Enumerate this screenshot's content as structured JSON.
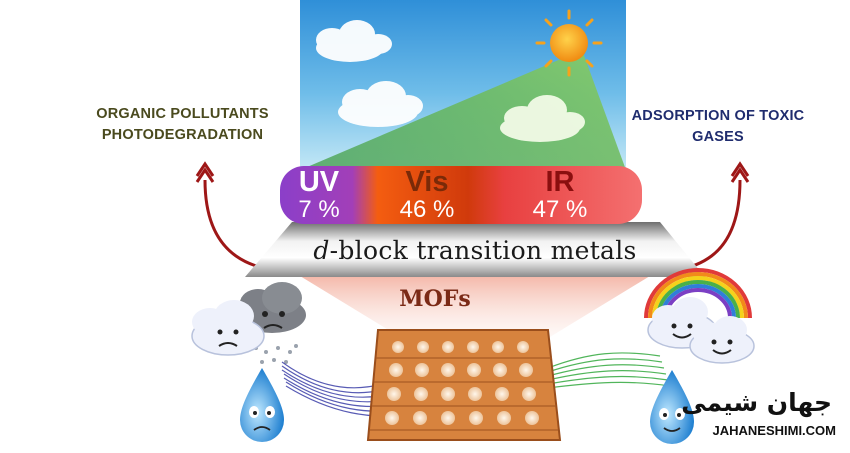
{
  "labels": {
    "left": [
      "ORGANIC POLLUTANTS",
      "PHOTODEGRADATION"
    ],
    "right": [
      "ADSORPTION OF TOXIC",
      "GASES"
    ]
  },
  "spectrum": [
    {
      "name": "UV",
      "percent": "7 %",
      "color": "#8b3fc9"
    },
    {
      "name": "Vis",
      "percent": "46 %",
      "color": "#f25a0f"
    },
    {
      "name": "IR",
      "percent": "47 %",
      "color": "#ee4a4a"
    }
  ],
  "metals_label_italic": "d",
  "metals_label_rest": "-block transition metals",
  "mofs_label": "MOFs",
  "watermark": {
    "text_fa": "جهان شیمی",
    "url": "JAHANESHIMI.COM"
  },
  "colors": {
    "sky_top": "#2f8fd8",
    "sky_bottom": "#bfe6f7",
    "arrow": "#9e1717",
    "sun": "#f7a21b",
    "mof": "#d7833e"
  }
}
